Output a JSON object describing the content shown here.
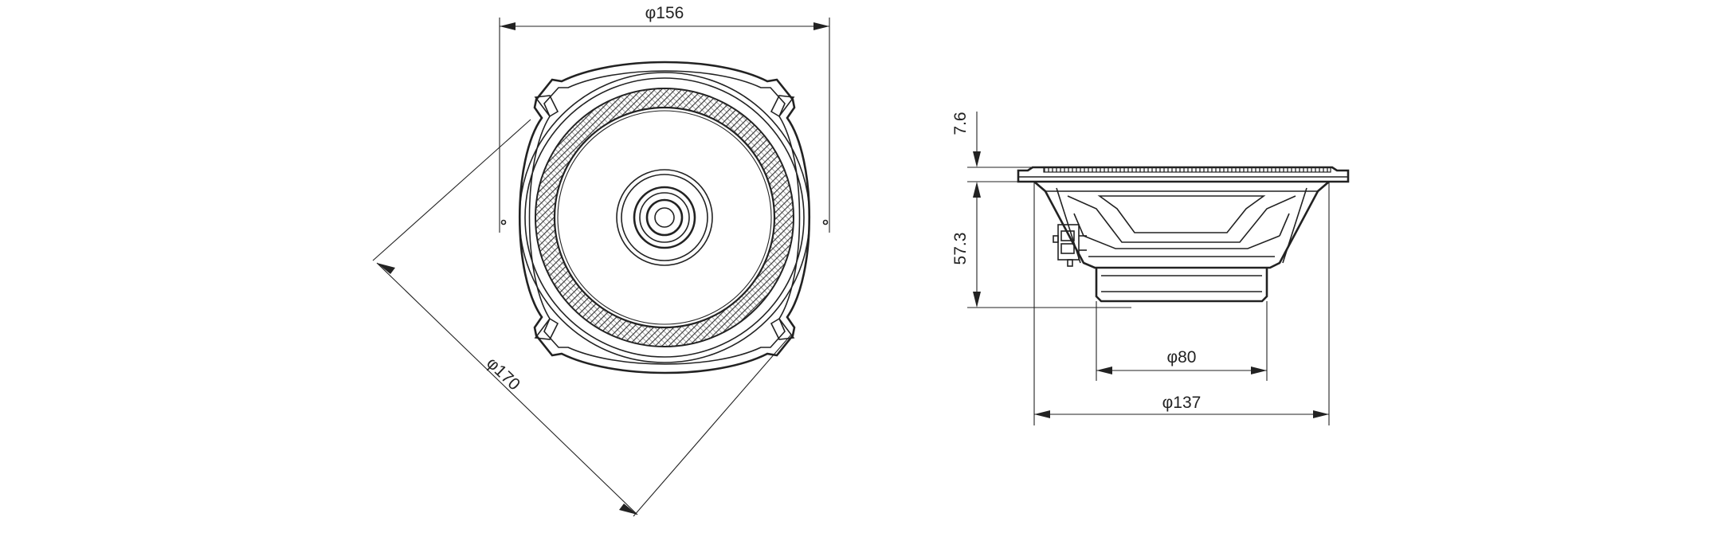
{
  "front_view": {
    "width_label": "φ156",
    "diagonal_label": "φ170"
  },
  "side_view": {
    "flange_label": "7.6",
    "depth_label": "57.3",
    "magnet_label": "φ80",
    "cutout_label": "φ137"
  },
  "colors": {
    "line": "#222222",
    "background": "#ffffff"
  }
}
